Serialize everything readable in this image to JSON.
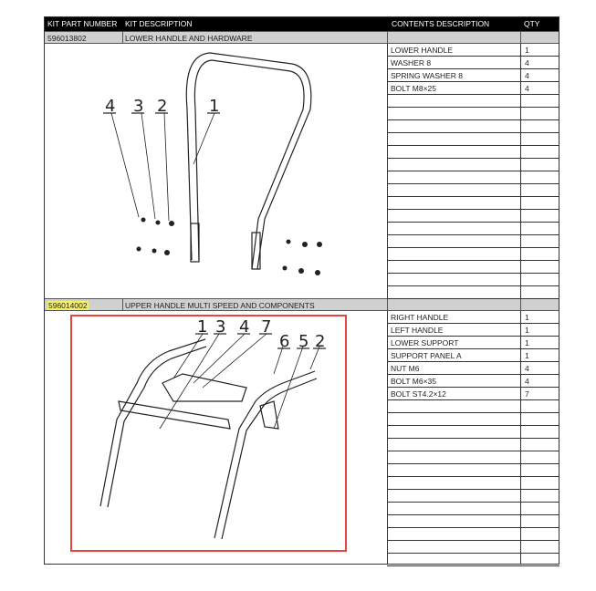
{
  "header": {
    "kit_part_number": "KIT PART NUMBER",
    "kit_description": "KIT DESCRIPTION",
    "contents_description": "CONTENTS DESCRIPTION",
    "qty": "QTY"
  },
  "kits": [
    {
      "part_number": "596013802",
      "description": "LOWER HANDLE AND HARDWARE",
      "callouts": [
        "4",
        "3",
        "2",
        "1"
      ],
      "contents": [
        {
          "desc": "LOWER HANDLE",
          "qty": "1"
        },
        {
          "desc": "WASHER 8",
          "qty": "4"
        },
        {
          "desc": "SPRING WASHER 8",
          "qty": "4"
        },
        {
          "desc": "BOLT M8×25",
          "qty": "4"
        }
      ]
    },
    {
      "part_number": "596014002",
      "description": "UPPER HANDLE MULTI SPEED AND COMPONENTS",
      "callouts": [
        "1",
        "3",
        "4",
        "7",
        "6",
        "5",
        "2"
      ],
      "contents": [
        {
          "desc": "RIGHT HANDLE",
          "qty": "1"
        },
        {
          "desc": "LEFT HANDLE",
          "qty": "1"
        },
        {
          "desc": "LOWER SUPPORT",
          "qty": "1"
        },
        {
          "desc": "SUPPORT PANEL A",
          "qty": "1"
        },
        {
          "desc": "NUT M6",
          "qty": "4"
        },
        {
          "desc": "BOLT M6×35",
          "qty": "4"
        },
        {
          "desc": "BOLT ST4.2×12",
          "qty": "7"
        }
      ]
    }
  ]
}
